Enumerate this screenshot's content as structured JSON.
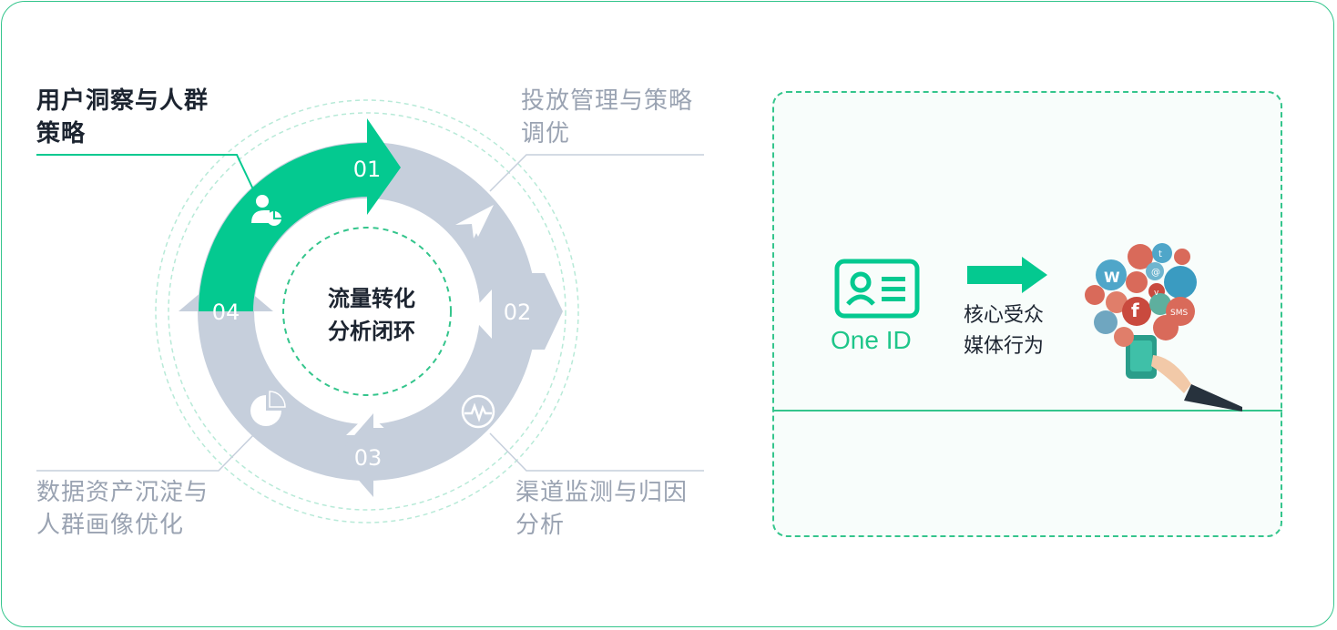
{
  "center": {
    "line1": "流量转化",
    "line2": "分析闭环"
  },
  "steps": [
    {
      "num": "01",
      "label_line1": "用户洞察与人群",
      "label_line2": "策略"
    },
    {
      "num": "02",
      "label_line1": "投放管理与策略",
      "label_line2": "调优"
    },
    {
      "num": "03",
      "label_line1": "渠道监测与归因",
      "label_line2": "分析"
    },
    {
      "num": "04",
      "label_line1": "数据资产沉淀与",
      "label_line2": "人群画像优化"
    }
  ],
  "right_panel": {
    "id_label": "One ID",
    "media_line1": "核心受众",
    "media_line2": "媒体行为"
  },
  "colors": {
    "accent": "#04c990",
    "ring": "#c6cfdc",
    "muted": "#9aa3b2",
    "dark": "#1c2430"
  },
  "icons": [
    "user-chart-icon",
    "paper-plane-icon",
    "pulse-gauge-icon",
    "pie-chart-icon",
    "id-card-icon",
    "arrow-right-icon",
    "social-media-icon"
  ]
}
